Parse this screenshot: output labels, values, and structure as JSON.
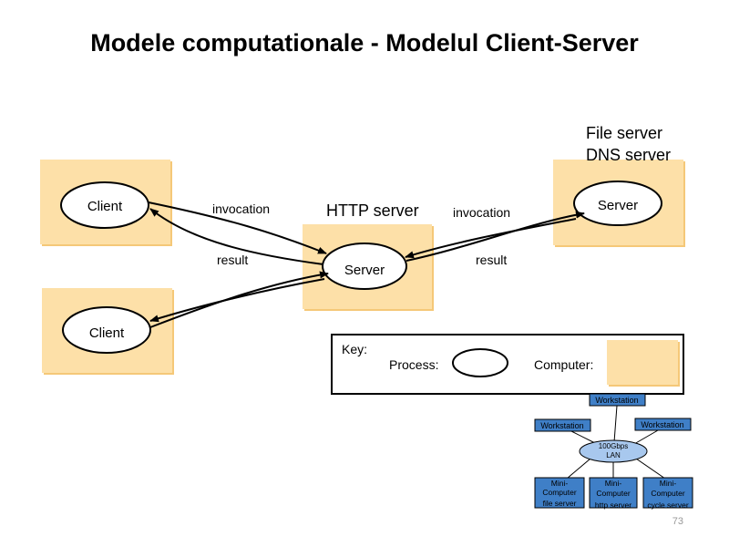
{
  "slide": {
    "title": "Modele computationale - Modelul Client-Server",
    "page_number": "73"
  },
  "diagram": {
    "client1_label": "Client",
    "client2_label": "Client",
    "http_server_title": "HTTP server",
    "http_server_process": "Server",
    "file_server_line1": "File server",
    "file_server_line2": "DNS server",
    "file_server_process": "Server",
    "invocation_left": "invocation",
    "result_left": "result",
    "invocation_right": "invocation",
    "result_right": "result"
  },
  "key": {
    "title": "Key:",
    "process_label": "Process:",
    "computer_label": "Computer:"
  },
  "network": {
    "workstation_top": "Workstation",
    "workstation_left": "Workstation",
    "workstation_right": "Workstation",
    "lan_line1": "100Gbps",
    "lan_line2": "LAN",
    "mini1_line1": "Mini-",
    "mini1_line2": "Computer",
    "mini1_line3": "file server",
    "mini2_line1": "Mini-",
    "mini2_line2": "Computer",
    "mini2_line3": "http server",
    "mini3_line1": "Mini-",
    "mini3_line2": "Computer",
    "mini3_line3": "cycle server"
  },
  "colors": {
    "computer_fill": "#fde0a8",
    "computer_shadow": "#f5c878",
    "workstation_fill": "#3f7fc7",
    "lan_fill": "#a8c8ee"
  }
}
